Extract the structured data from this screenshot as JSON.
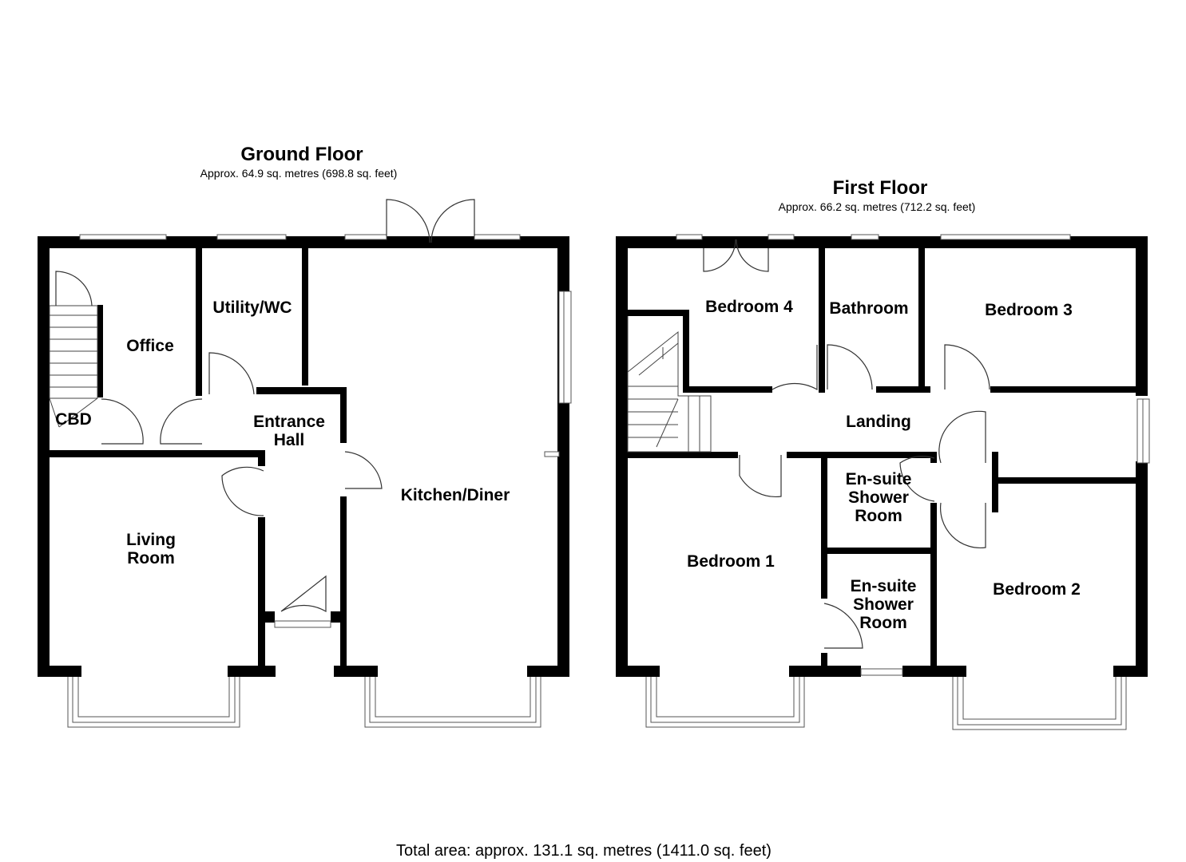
{
  "ground_floor": {
    "title": "Ground Floor",
    "area": "Approx. 64.9 sq. metres (698.8 sq. feet)",
    "rooms": {
      "office": "Office",
      "utility": "Utility/WC",
      "cbd": "CBD",
      "entrance_1": "Entrance",
      "entrance_2": "Hall",
      "kitchen": "Kitchen/Diner",
      "living_1": "Living",
      "living_2": "Room"
    }
  },
  "first_floor": {
    "title": "First Floor",
    "area": "Approx. 66.2 sq. metres (712.2 sq. feet)",
    "rooms": {
      "bedroom4": "Bedroom 4",
      "bathroom": "Bathroom",
      "bedroom3": "Bedroom 3",
      "landing": "Landing",
      "ensuite_a_1": "En-suite",
      "ensuite_a_2": "Shower",
      "ensuite_a_3": "Room",
      "bedroom1": "Bedroom 1",
      "ensuite_b_1": "En-suite",
      "ensuite_b_2": "Shower",
      "ensuite_b_3": "Room",
      "bedroom2": "Bedroom 2"
    }
  },
  "total_area": "Total area: approx. 131.1 sq. metres (1411.0 sq. feet)",
  "colors": {
    "wall": "#000000",
    "background": "#ffffff",
    "window": "#555555"
  }
}
